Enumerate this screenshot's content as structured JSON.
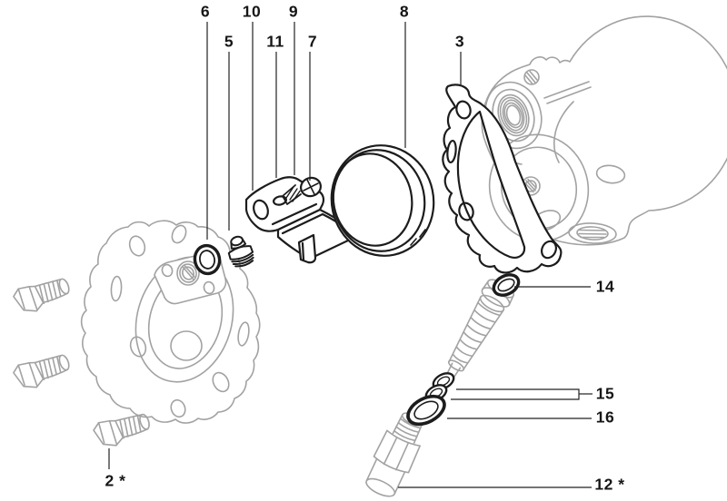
{
  "diagram": {
    "kind": "exploded-parts-diagram",
    "background": "#ffffff",
    "colors": {
      "part_dark": "#1c1c1c",
      "part_light": "#a2a2a2",
      "leader_line": "#222222",
      "label_text": "#161616"
    },
    "callouts": {
      "c2": {
        "label": "2 *"
      },
      "c3": {
        "label": "3"
      },
      "c5": {
        "label": "5"
      },
      "c6": {
        "label": "6"
      },
      "c7": {
        "label": "7"
      },
      "c8": {
        "label": "8"
      },
      "c9": {
        "label": "9"
      },
      "c10": {
        "label": "10"
      },
      "c11": {
        "label": "11"
      },
      "c12": {
        "label": "12 *"
      },
      "c14": {
        "label": "14"
      },
      "c15": {
        "label": "15"
      },
      "c16": {
        "label": "16"
      }
    }
  }
}
